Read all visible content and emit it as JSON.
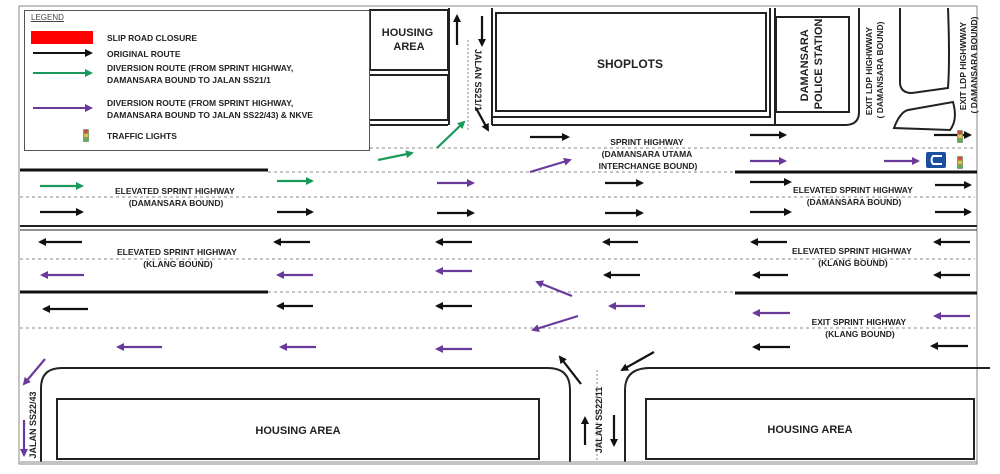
{
  "legend": {
    "title": "LEGEND",
    "items": [
      {
        "key": "slip-road-closure",
        "label": "SLIP ROAD CLOSURE",
        "color": "#ff0000"
      },
      {
        "key": "original-route",
        "label": "ORIGINAL ROUTE",
        "color": "#111111"
      },
      {
        "key": "diversion-ss21",
        "label": "DIVERSION ROUTE (FROM SPRINT HIGHWAY,\nDAMANSARA BOUND TO JALAN SS21/1",
        "color": "#1a9a5a"
      },
      {
        "key": "diversion-ss22",
        "label": "DIVERSION ROUTE (FROM SPRINT HIGHWAY,\nDAMANSARA BOUND TO JALAN SS22/43) & NKVE",
        "color": "#6a3a9a"
      },
      {
        "key": "traffic-lights",
        "label": "TRAFFIC LIGHTS",
        "color": "#8a9a6a"
      }
    ]
  },
  "colors": {
    "original": "#111111",
    "green": "#1a9a5a",
    "purple": "#6a3a9a",
    "uturn": "#1a4fa0"
  },
  "places": {
    "housing_top": "HOUSING\nAREA",
    "shoplots": "SHOPLOTS",
    "police": "DAMANSARA\nPOLICE STATION",
    "housing_bottom_left": "HOUSING AREA",
    "housing_bottom_right": "HOUSING AREA"
  },
  "roads": {
    "jalan_ss21_1": "JALAN SS21/1",
    "jalan_ss22_11": "JALAN SS22/11",
    "jalan_ss22_43": "JALAN SS22/43",
    "exit_ldp_1": "EXIT LDP HIGHWWAY\n( DAMANSARA BOUND)",
    "exit_ldp_2": "EXIT LDP HIGHWWAY\n( DAMANSARA BOUND)",
    "sprint_du": "SPRINT HIGHWAY\n(DAMANSARA UTAMA\nINTERCHANGE BOUND)",
    "elev_dam_left": "ELEVATED SPRINT HIGHWAY\n(DAMANSARA BOUND)",
    "elev_dam_right": "ELEVATED SPRINT HIGHWAY\n(DAMANSARA BOUND)",
    "elev_klang_left": "ELEVATED SPRINT HIGHWAY\n(KLANG BOUND)",
    "elev_klang_right": "ELEVATED SPRINT HIGHWAY\n(KLANG BOUND)",
    "exit_sprint_klang": "EXIT SPRINT HIGHWAY\n(KLANG BOUND)"
  },
  "arrows": [
    {
      "type": "original",
      "from": [
        530,
        137
      ],
      "to": [
        568,
        137
      ]
    },
    {
      "type": "original",
      "from": [
        750,
        135
      ],
      "to": [
        785,
        135
      ]
    },
    {
      "type": "original",
      "from": [
        934,
        135
      ],
      "to": [
        970,
        135
      ]
    },
    {
      "type": "purple",
      "from": [
        750,
        161
      ],
      "to": [
        785,
        161
      ]
    },
    {
      "type": "purple",
      "from": [
        884,
        161
      ],
      "to": [
        918,
        161
      ]
    },
    {
      "type": "purple",
      "from": [
        530,
        172
      ],
      "to": [
        570,
        160
      ]
    },
    {
      "type": "green",
      "from": [
        378,
        160
      ],
      "to": [
        412,
        153
      ]
    },
    {
      "type": "green",
      "from": [
        437,
        148
      ],
      "to": [
        464,
        122
      ]
    },
    {
      "type": "original",
      "from": [
        476,
        108
      ],
      "to": [
        488,
        130
      ]
    },
    {
      "type": "original",
      "from": [
        457,
        45
      ],
      "to": [
        457,
        16
      ]
    },
    {
      "type": "original",
      "from": [
        482,
        16
      ],
      "to": [
        482,
        45
      ]
    },
    {
      "type": "green",
      "from": [
        40,
        186
      ],
      "to": [
        82,
        186
      ]
    },
    {
      "type": "green",
      "from": [
        277,
        181
      ],
      "to": [
        312,
        181
      ]
    },
    {
      "type": "purple",
      "from": [
        437,
        183
      ],
      "to": [
        473,
        183
      ]
    },
    {
      "type": "original",
      "from": [
        605,
        183
      ],
      "to": [
        642,
        183
      ]
    },
    {
      "type": "original",
      "from": [
        750,
        182
      ],
      "to": [
        790,
        182
      ]
    },
    {
      "type": "original",
      "from": [
        935,
        185
      ],
      "to": [
        970,
        185
      ]
    },
    {
      "type": "original",
      "from": [
        40,
        212
      ],
      "to": [
        82,
        212
      ]
    },
    {
      "type": "original",
      "from": [
        277,
        212
      ],
      "to": [
        312,
        212
      ]
    },
    {
      "type": "original",
      "from": [
        437,
        213
      ],
      "to": [
        473,
        213
      ]
    },
    {
      "type": "original",
      "from": [
        605,
        213
      ],
      "to": [
        642,
        213
      ]
    },
    {
      "type": "original",
      "from": [
        750,
        212
      ],
      "to": [
        790,
        212
      ]
    },
    {
      "type": "original",
      "from": [
        935,
        212
      ],
      "to": [
        970,
        212
      ]
    },
    {
      "type": "original",
      "from": [
        82,
        242
      ],
      "to": [
        40,
        242
      ]
    },
    {
      "type": "original",
      "from": [
        310,
        242
      ],
      "to": [
        275,
        242
      ]
    },
    {
      "type": "original",
      "from": [
        472,
        242
      ],
      "to": [
        437,
        242
      ]
    },
    {
      "type": "original",
      "from": [
        638,
        242
      ],
      "to": [
        604,
        242
      ]
    },
    {
      "type": "original",
      "from": [
        787,
        242
      ],
      "to": [
        752,
        242
      ]
    },
    {
      "type": "original",
      "from": [
        970,
        242
      ],
      "to": [
        935,
        242
      ]
    },
    {
      "type": "purple",
      "from": [
        84,
        275
      ],
      "to": [
        42,
        275
      ]
    },
    {
      "type": "purple",
      "from": [
        313,
        275
      ],
      "to": [
        278,
        275
      ]
    },
    {
      "type": "purple",
      "from": [
        472,
        271
      ],
      "to": [
        437,
        271
      ]
    },
    {
      "type": "original",
      "from": [
        640,
        275
      ],
      "to": [
        605,
        275
      ]
    },
    {
      "type": "original",
      "from": [
        788,
        275
      ],
      "to": [
        754,
        275
      ]
    },
    {
      "type": "original",
      "from": [
        970,
        275
      ],
      "to": [
        935,
        275
      ]
    },
    {
      "type": "original",
      "from": [
        88,
        309
      ],
      "to": [
        44,
        309
      ]
    },
    {
      "type": "original",
      "from": [
        313,
        306
      ],
      "to": [
        278,
        306
      ]
    },
    {
      "type": "original",
      "from": [
        472,
        306
      ],
      "to": [
        437,
        306
      ]
    },
    {
      "type": "purple",
      "from": [
        572,
        296
      ],
      "to": [
        537,
        282
      ]
    },
    {
      "type": "purple",
      "from": [
        645,
        306
      ],
      "to": [
        610,
        306
      ]
    },
    {
      "type": "purple",
      "from": [
        790,
        313
      ],
      "to": [
        754,
        313
      ]
    },
    {
      "type": "purple",
      "from": [
        970,
        316
      ],
      "to": [
        935,
        316
      ]
    },
    {
      "type": "purple",
      "from": [
        578,
        316
      ],
      "to": [
        533,
        330
      ]
    },
    {
      "type": "purple",
      "from": [
        162,
        347
      ],
      "to": [
        118,
        347
      ]
    },
    {
      "type": "purple",
      "from": [
        316,
        347
      ],
      "to": [
        281,
        347
      ]
    },
    {
      "type": "purple",
      "from": [
        472,
        349
      ],
      "to": [
        437,
        349
      ]
    },
    {
      "type": "original",
      "from": [
        790,
        347
      ],
      "to": [
        754,
        347
      ]
    },
    {
      "type": "original",
      "from": [
        968,
        346
      ],
      "to": [
        932,
        346
      ]
    },
    {
      "type": "purple",
      "from": [
        45,
        359
      ],
      "to": [
        24,
        384
      ]
    },
    {
      "type": "purple",
      "from": [
        24,
        420
      ],
      "to": [
        24,
        455
      ]
    },
    {
      "type": "original",
      "from": [
        581,
        384
      ],
      "to": [
        560,
        357
      ]
    },
    {
      "type": "original",
      "from": [
        654,
        352
      ],
      "to": [
        622,
        370
      ]
    },
    {
      "type": "original",
      "from": [
        585,
        445
      ],
      "to": [
        585,
        418
      ]
    },
    {
      "type": "original",
      "from": [
        614,
        415
      ],
      "to": [
        614,
        445
      ]
    }
  ],
  "uturn_label": "U",
  "traffic_lights_count": 2
}
